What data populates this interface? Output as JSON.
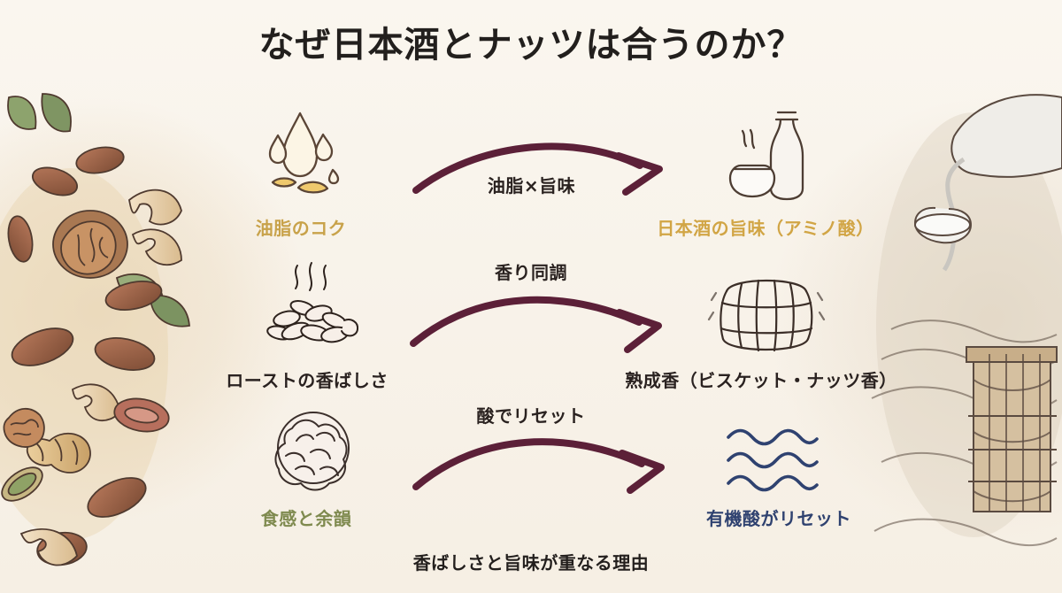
{
  "title": "なぜ日本酒とナッツは合うのか？",
  "footer_note": "香ばしさと旨味が重なる理由",
  "rows": [
    {
      "left_label": "油脂のコク",
      "connector_label": "油脂×旨味",
      "right_label": "日本酒の旨味（アミノ酸）",
      "left_icon": "oil-drops-icon",
      "right_icon": "sake-set-icon",
      "left_color": "#c8a24a",
      "right_color": "#d1a545"
    },
    {
      "left_label": "ローストの香ばしさ",
      "connector_label": "香り同調",
      "right_label": "熟成香（ビスケット・ナッツ香）",
      "left_icon": "roasted-nuts-icon",
      "right_icon": "barrel-icon",
      "left_color": "#2a2220",
      "right_color": "#2a2220"
    },
    {
      "left_label": "食感と余韻",
      "connector_label": "酸でリセット",
      "right_label": "有機酸がリセット",
      "left_icon": "nut-pile-icon",
      "right_icon": "wave-icon",
      "left_color": "#7f8a4f",
      "right_color": "#2f4270"
    }
  ],
  "colors": {
    "title": "#221f1d",
    "arrow": "#5c2038",
    "background": "#f7f1e7"
  },
  "decorations": {
    "left": "mixed-nuts-illustration",
    "right": "sake-vessel-illustration"
  }
}
